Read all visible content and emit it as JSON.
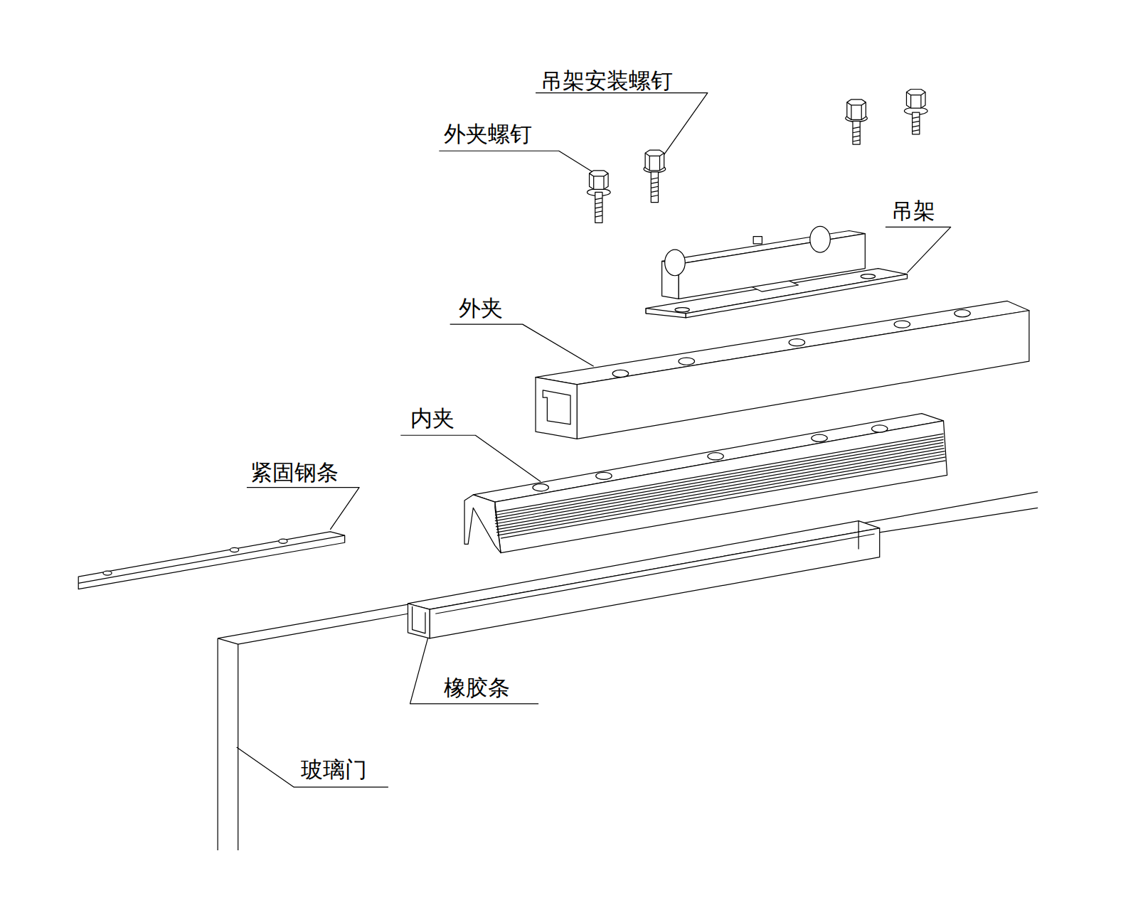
{
  "diagram": {
    "labels": [
      "吊架安装螺钉",
      "外夹螺钉",
      "吊架",
      "外夹",
      "内夹",
      "紧固钢条",
      "橡胶条",
      "玻璃门"
    ]
  }
}
